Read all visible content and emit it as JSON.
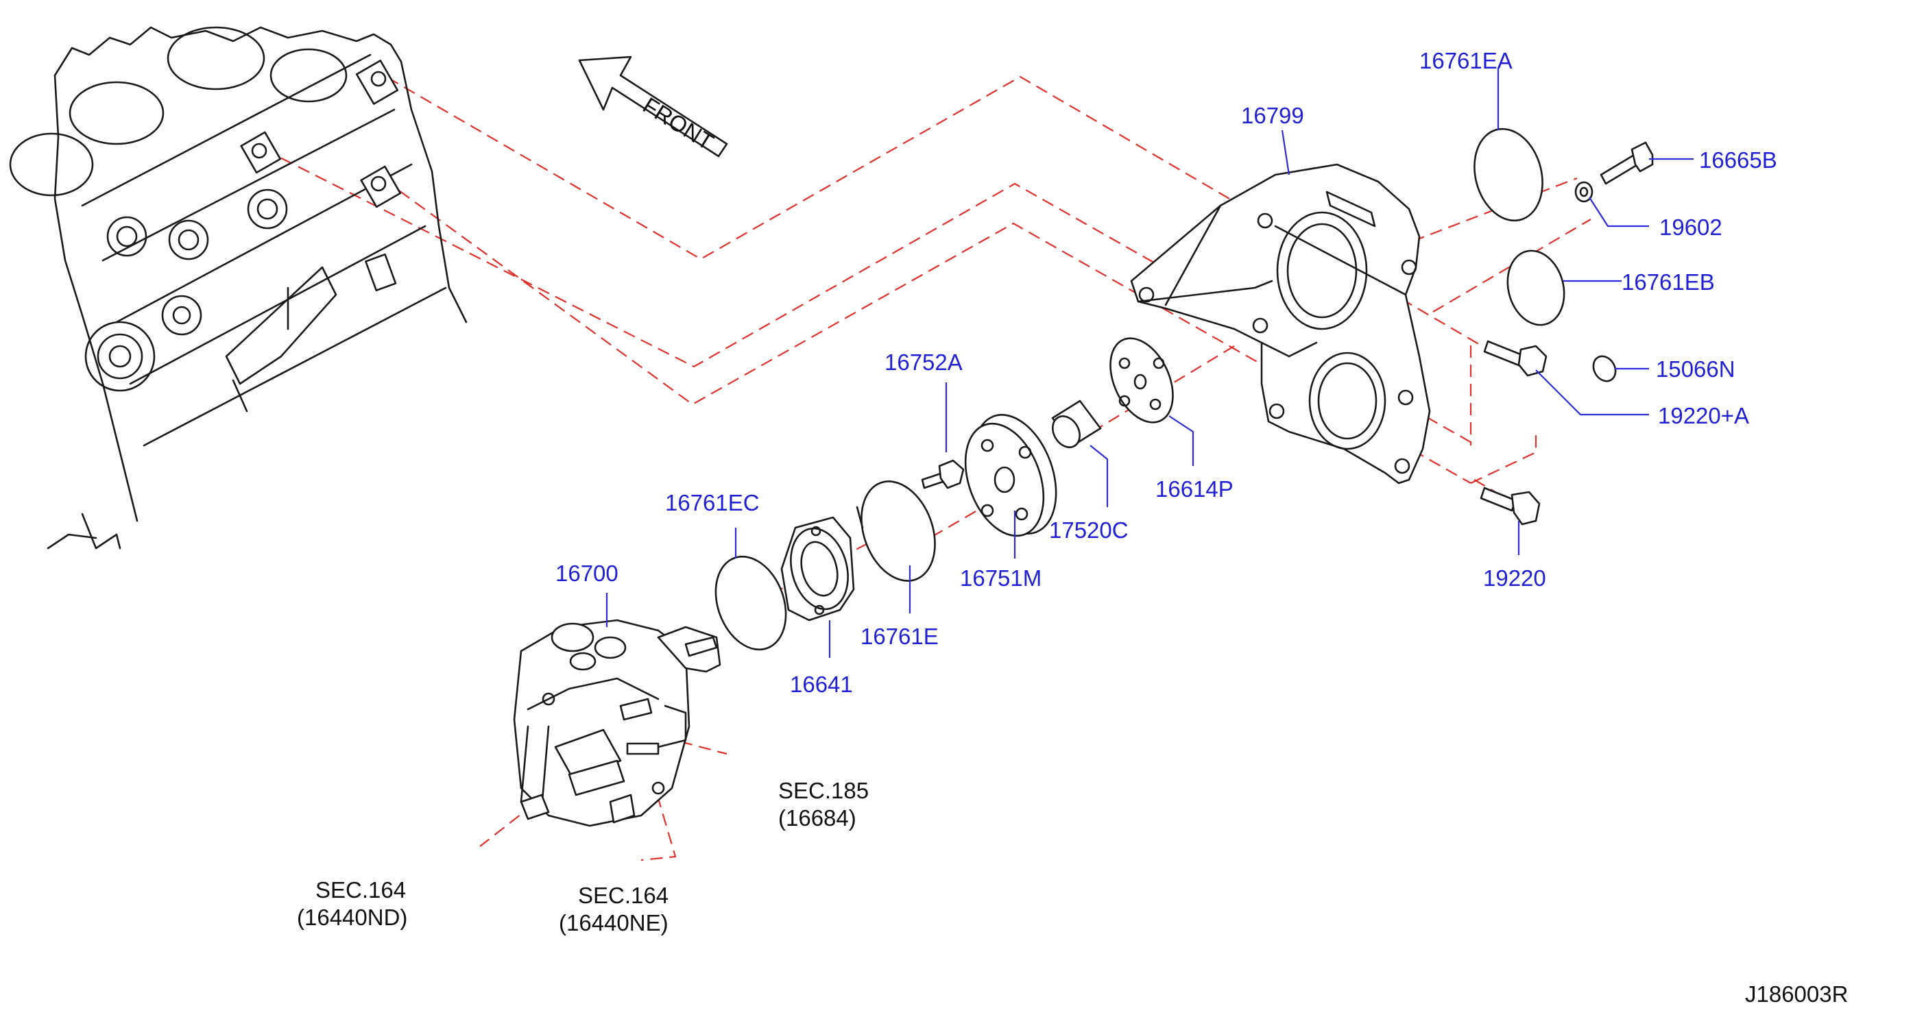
{
  "diagram": {
    "front_label": "FRONT",
    "drawing_code": "J186003R",
    "part_numbers": {
      "p16761EA": "16761EA",
      "p16799": "16799",
      "p16665B": "16665B",
      "p19602": "19602",
      "p16761EB": "16761EB",
      "p15066N": "15066N",
      "p19220A": "19220+A",
      "p16752A": "16752A",
      "p16614P": "16614P",
      "p19220": "19220",
      "p16761EC": "16761EC",
      "p17520C": "17520C",
      "p16751M": "16751M",
      "p16700": "16700",
      "p16761E": "16761E",
      "p16641": "16641"
    },
    "section_refs": {
      "sec185": "SEC.185",
      "sec185_part": "(16684)",
      "sec164_a": "SEC.164",
      "sec164_a_part": "(16440ND)",
      "sec164_b": "SEC.164",
      "sec164_b_part": "(16440NE)"
    },
    "colors": {
      "part_number": "#1f1fd6",
      "leader": "#2b2bd9",
      "centerline": "#e0302a",
      "linework": "#1a1a1a"
    }
  }
}
